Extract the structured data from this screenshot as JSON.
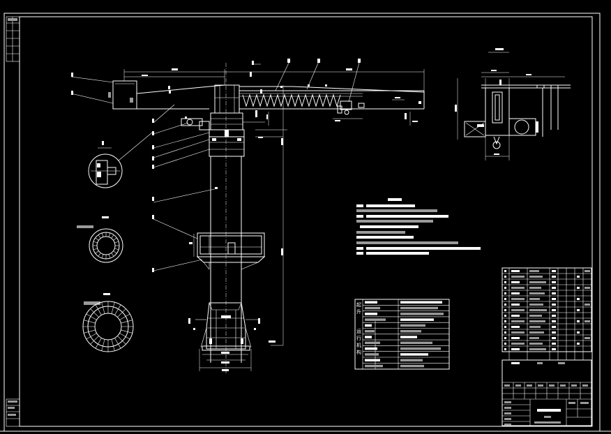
{
  "drawing": {
    "sheet_type": "CAD engineering drawing",
    "background_color": "#000000",
    "line_color": "#ffffff",
    "text_block_color": "#9a9a9a"
  },
  "param_table": {
    "row_labels": [
      "起",
      "升",
      "运",
      "行",
      "机",
      "构"
    ]
  }
}
